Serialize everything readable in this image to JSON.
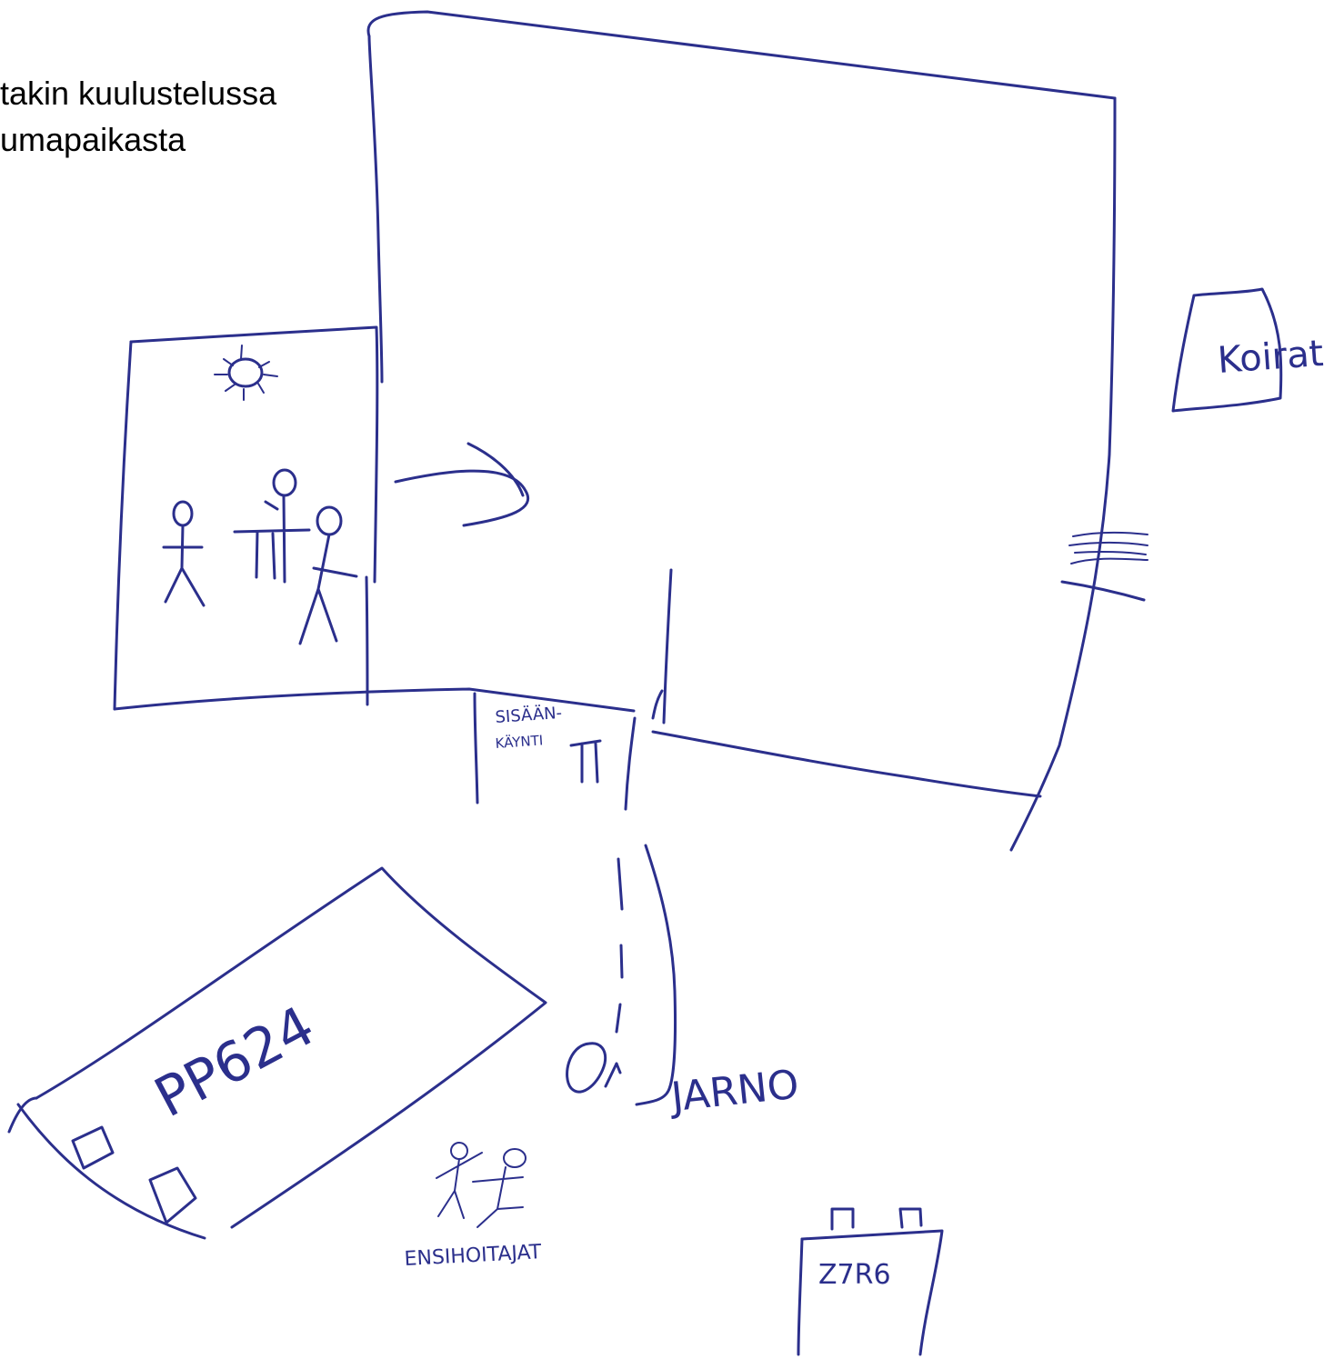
{
  "caption": {
    "line1": "takin kuulustelussa",
    "line2": "umapaikasta"
  },
  "labels": {
    "koirat": "Koirat",
    "sisaan_kaynti_1": "SISÄÄN-",
    "sisaan_kaynti_2": "KÄYNTI",
    "pp624": "PP624",
    "jarno": "JARNO",
    "ensihoitajat": "ENSIHOITAJAT",
    "z7r6": "Z7R6"
  }
}
